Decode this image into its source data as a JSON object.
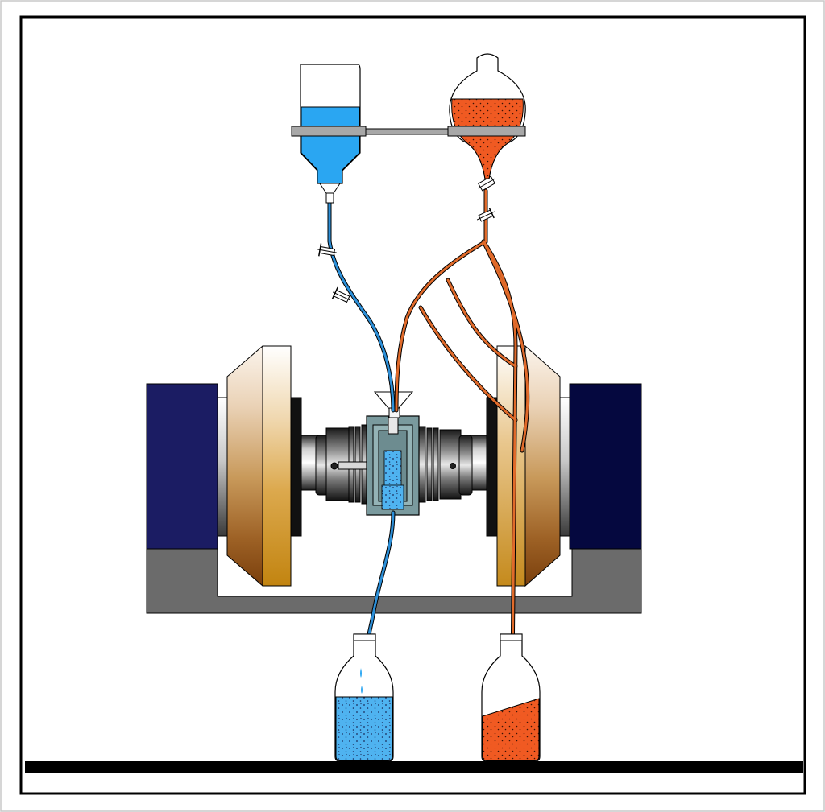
{
  "diagram": {
    "labels": [],
    "colors": {
      "background": "#ffffff",
      "frame": "#000000",
      "blue_fluid": "#2aa6f2",
      "blue_fluid_light": "#4fb9f5",
      "orange_fluid": "#f05a22",
      "orange_tube": "#e06a2a",
      "blue_tube": "#2c8fd8",
      "motor_dark_blue": "#1b1c63",
      "motor_navy": "#05083f",
      "base_gray": "#6b6b6b",
      "stand_gray": "#a8a8a8",
      "chamber_teal": "#7a9a9e",
      "chamber_dark": "#5d7b80",
      "disk_light": "#fbf2e6",
      "disk_tan": "#d6a253",
      "disk_brown": "#8a4a10"
    },
    "components": [
      "blue-reservoir-bottle",
      "orange-round-flask",
      "support-rod",
      "left-motor-block",
      "right-motor-block",
      "left-wheel-disk",
      "right-wheel-disk",
      "central-mixing-chamber",
      "left-coupling",
      "right-coupling",
      "blue-collection-bottle",
      "orange-collection-bottle",
      "blue-tubing",
      "orange-tubing",
      "tube-clamps",
      "base-frame",
      "floor-line"
    ]
  }
}
